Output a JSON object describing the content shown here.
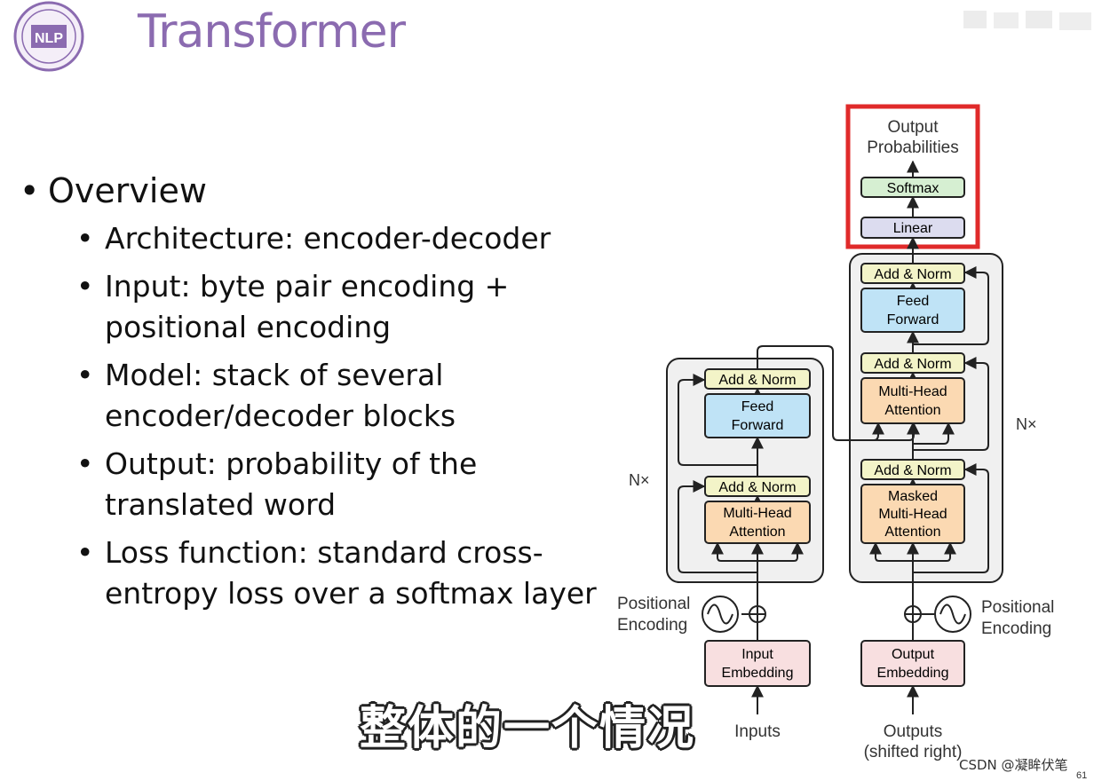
{
  "slide": {
    "title": "Transformer",
    "logo_text": "NLP",
    "bullets": {
      "heading": "Overview",
      "items": [
        "Architecture: encoder-decoder",
        "Input: byte pair encoding + positional encoding",
        "Model: stack of several encoder/decoder blocks",
        "Output: probability of the translated word",
        "Loss function: standard cross-entropy loss over a softmax layer"
      ]
    },
    "subtitle": "整体的一个情况",
    "watermark": "CSDN @凝眸伏笔",
    "page_number": "61"
  },
  "diagram": {
    "output_probabilities": [
      "Output",
      "Probabilities"
    ],
    "softmax": "Softmax",
    "linear": "Linear",
    "add_norm": "Add & Norm",
    "feed_forward": [
      "Feed",
      "Forward"
    ],
    "multi_head_attention": [
      "Multi-Head",
      "Attention"
    ],
    "masked_multi_head_attention": [
      "Masked",
      "Multi-Head",
      "Attention"
    ],
    "nx": "N×",
    "positional_encoding": [
      "Positional",
      "Encoding"
    ],
    "input_embedding": [
      "Input",
      "Embedding"
    ],
    "output_embedding": [
      "Output",
      "Embedding"
    ],
    "inputs": "Inputs",
    "outputs": [
      "Outputs",
      "(shifted right)"
    ],
    "colors": {
      "add_norm": "#f3f4c8",
      "feed_forward": "#bfe3f6",
      "attention": "#fbd9b2",
      "embedding": "#f8dfe0",
      "softmax": "#d6efd2",
      "linear": "#dcdcef",
      "highlight": "#e02a2a",
      "title": "#8b6bb0"
    }
  }
}
